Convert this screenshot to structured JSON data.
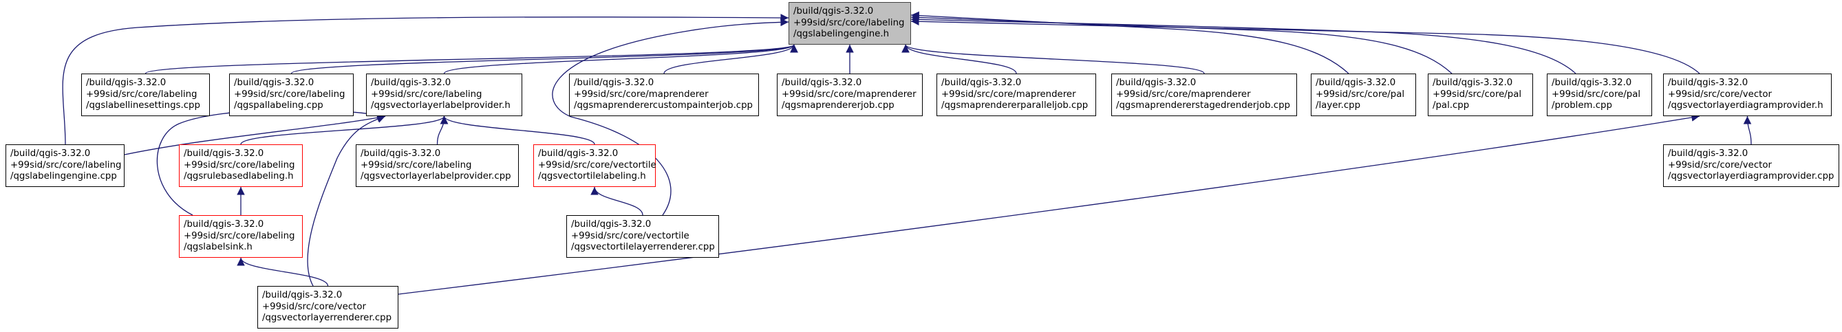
{
  "diagram": {
    "arrow_color": "#191970",
    "root_fill": "#bfbfbf",
    "truncated_border_color": "#ff0000",
    "nodes": [
      {
        "id": "root",
        "lines": [
          "/build/qgis-3.32.0",
          "+99sid/src/core/labeling",
          "/qgslabelingengine.h"
        ],
        "style": "root"
      },
      {
        "id": "labellinesettings_cpp",
        "lines": [
          "/build/qgis-3.32.0",
          "+99sid/src/core/labeling",
          "/qgslabellinesettings.cpp"
        ],
        "style": "normal"
      },
      {
        "id": "pallabeling_cpp",
        "lines": [
          "/build/qgis-3.32.0",
          "+99sid/src/core/labeling",
          "/qgspallabeling.cpp"
        ],
        "style": "normal"
      },
      {
        "id": "vectorlayerlabelprovider_h",
        "lines": [
          "/build/qgis-3.32.0",
          "+99sid/src/core/labeling",
          "/qgsvectorlayerlabelprovider.h"
        ],
        "style": "normal"
      },
      {
        "id": "custompainterjob_cpp",
        "lines": [
          "/build/qgis-3.32.0",
          "+99sid/src/core/maprenderer",
          "/qgsmaprenderercustompainterjob.cpp"
        ],
        "style": "normal"
      },
      {
        "id": "maprendererjob_cpp",
        "lines": [
          "/build/qgis-3.32.0",
          "+99sid/src/core/maprenderer",
          "/qgsmaprendererjob.cpp"
        ],
        "style": "normal"
      },
      {
        "id": "paralleljob_cpp",
        "lines": [
          "/build/qgis-3.32.0",
          "+99sid/src/core/maprenderer",
          "/qgsmaprendererparalleljob.cpp"
        ],
        "style": "normal"
      },
      {
        "id": "stagedrenderjob_cpp",
        "lines": [
          "/build/qgis-3.32.0",
          "+99sid/src/core/maprenderer",
          "/qgsmaprendererstagedrenderjob.cpp"
        ],
        "style": "normal"
      },
      {
        "id": "pal_layer_cpp",
        "lines": [
          "/build/qgis-3.32.0",
          "+99sid/src/core/pal",
          "/layer.cpp"
        ],
        "style": "normal"
      },
      {
        "id": "pal_pal_cpp",
        "lines": [
          "/build/qgis-3.32.0",
          "+99sid/src/core/pal",
          "/pal.cpp"
        ],
        "style": "normal"
      },
      {
        "id": "pal_problem_cpp",
        "lines": [
          "/build/qgis-3.32.0",
          "+99sid/src/core/pal",
          "/problem.cpp"
        ],
        "style": "normal"
      },
      {
        "id": "diagramprovider_h",
        "lines": [
          "/build/qgis-3.32.0",
          "+99sid/src/core/vector",
          "/qgsvectorlayerdiagramprovider.h"
        ],
        "style": "normal"
      },
      {
        "id": "labelingengine_cpp",
        "lines": [
          "/build/qgis-3.32.0",
          "+99sid/src/core/labeling",
          "/qgslabelingengine.cpp"
        ],
        "style": "normal"
      },
      {
        "id": "rulebasedlabeling_h",
        "lines": [
          "/build/qgis-3.32.0",
          "+99sid/src/core/labeling",
          "/qgsrulebasedlabeling.h"
        ],
        "style": "red"
      },
      {
        "id": "vectorlayerlabelprovider_cpp",
        "lines": [
          "/build/qgis-3.32.0",
          "+99sid/src/core/labeling",
          "/qgsvectorlayerlabelprovider.cpp"
        ],
        "style": "normal"
      },
      {
        "id": "vectortilelabeling_h",
        "lines": [
          "/build/qgis-3.32.0",
          "+99sid/src/core/vectortile",
          "/qgsvectortilelabeling.h"
        ],
        "style": "red"
      },
      {
        "id": "diagramprovider_cpp",
        "lines": [
          "/build/qgis-3.32.0",
          "+99sid/src/core/vector",
          "/qgsvectorlayerdiagramprovider.cpp"
        ],
        "style": "normal"
      },
      {
        "id": "labelsink_h",
        "lines": [
          "/build/qgis-3.32.0",
          "+99sid/src/core/labeling",
          "/qgslabelsink.h"
        ],
        "style": "red"
      },
      {
        "id": "vectortilelayerrenderer_cpp",
        "lines": [
          "/build/qgis-3.32.0",
          "+99sid/src/core/vectortile",
          "/qgsvectortilelayerrenderer.cpp"
        ],
        "style": "normal"
      },
      {
        "id": "vectorlayerrenderer_cpp",
        "lines": [
          "/build/qgis-3.32.0",
          "+99sid/src/core/vector",
          "/qgsvectorlayerrenderer.cpp"
        ],
        "style": "normal"
      }
    ],
    "edges": [
      {
        "from": "labelingengine_cpp",
        "to": "root"
      },
      {
        "from": "labellinesettings_cpp",
        "to": "root"
      },
      {
        "from": "pallabeling_cpp",
        "to": "root"
      },
      {
        "from": "vectorlayerlabelprovider_h",
        "to": "root"
      },
      {
        "from": "vectortilelayerrenderer_cpp",
        "to": "root"
      },
      {
        "from": "custompainterjob_cpp",
        "to": "root"
      },
      {
        "from": "maprendererjob_cpp",
        "to": "root"
      },
      {
        "from": "paralleljob_cpp",
        "to": "root"
      },
      {
        "from": "stagedrenderjob_cpp",
        "to": "root"
      },
      {
        "from": "pal_layer_cpp",
        "to": "root"
      },
      {
        "from": "pal_pal_cpp",
        "to": "root"
      },
      {
        "from": "pal_problem_cpp",
        "to": "root"
      },
      {
        "from": "diagramprovider_h",
        "to": "root"
      },
      {
        "from": "labelingengine_cpp",
        "to": "vectorlayerlabelprovider_h"
      },
      {
        "from": "rulebasedlabeling_h",
        "to": "vectorlayerlabelprovider_h"
      },
      {
        "from": "vectorlayerlabelprovider_cpp",
        "to": "vectorlayerlabelprovider_h"
      },
      {
        "from": "vectortilelabeling_h",
        "to": "vectorlayerlabelprovider_h"
      },
      {
        "from": "labelsink_h",
        "to": "vectorlayerlabelprovider_h"
      },
      {
        "from": "vectorlayerrenderer_cpp",
        "to": "vectorlayerlabelprovider_h"
      },
      {
        "from": "labelsink_h",
        "to": "rulebasedlabeling_h"
      },
      {
        "from": "vectortilelayerrenderer_cpp",
        "to": "vectortilelabeling_h"
      },
      {
        "from": "vectorlayerrenderer_cpp",
        "to": "labelsink_h"
      },
      {
        "from": "diagramprovider_cpp",
        "to": "diagramprovider_h"
      },
      {
        "from": "vectorlayerrenderer_cpp",
        "to": "diagramprovider_h"
      }
    ]
  }
}
